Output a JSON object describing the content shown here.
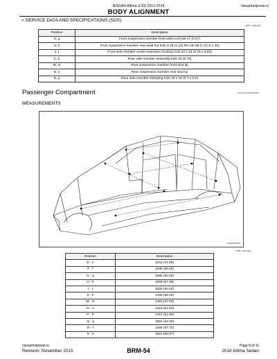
{
  "header": {
    "vehicle": "NISSAN Altima (L33) 2012-2018",
    "site": "nissanhelpnow.ru",
    "title": "BODY ALIGNMENT",
    "section": "< SERVICE DATA AND SPECIFICATIONS (SDS)"
  },
  "table1": {
    "unit": "Unit : mm (in)",
    "col_position": "Position",
    "col_description": "Description",
    "rows": [
      {
        "pos": "G, g",
        "desc": "Front suspension member front weld nut hole 17 (0.67)"
      },
      {
        "pos": "H, h",
        "desc": "Front suspension member rear weld hut hole ö 28 (1.10) RH 28×33 (1.10 X 1.30)"
      },
      {
        "pos": "J, j",
        "desc": "Front side member center extension locating hole 20 x 16 (0.79 x 0.63)"
      },
      {
        "pos": "K, k",
        "desc": "Rear side member assembly hole 18 (0.79)"
      },
      {
        "pos": "M, m",
        "desc": "Rear suspension member front stud tip"
      },
      {
        "pos": "N, n",
        "desc": "Rear suspension member rear stud tip"
      },
      {
        "pos": "R, p",
        "desc": "Rear side member stamping hole 18 x 18 (0.7 x 0.6)"
      }
    ]
  },
  "passenger": {
    "title": "Passenger  Compartment",
    "ref": "INFOID:0000000005895"
  },
  "measurements": {
    "title": "MEASUREMENTS",
    "figure_id": "AWKIA0083ZZ"
  },
  "table2": {
    "unit": "Unit : mm (in)",
    "col_position": "Position",
    "col_description": "Description",
    "rows": [
      {
        "pos": "E - e",
        "desc": "1218 (47.95)"
      },
      {
        "pos": "F - f",
        "desc": "1436 (56.65)"
      },
      {
        "pos": "G - g",
        "desc": "1586 (62.56)"
      },
      {
        "pos": "H - h",
        "desc": "1459 (57.38)"
      },
      {
        "pos": "I - j",
        "desc": "1525 (60.04)"
      },
      {
        "pos": "K - k",
        "desc": "1480 (58.46)"
      },
      {
        "pos": "M - m",
        "desc": "1463 (57.60)"
      },
      {
        "pos": "N - n",
        "desc": "1315 (51.80)"
      },
      {
        "pos": "P - P",
        "desc": "1312 (51.65)"
      },
      {
        "pos": "Q - q",
        "desc": "1582 (62.28)"
      },
      {
        "pos": "R - r",
        "desc": "1466 (57.72)"
      },
      {
        "pos": "S - s",
        "desc": "1524 (60.07)"
      }
    ]
  },
  "footer": {
    "site": "nissanhelpnow.ru",
    "revision": "Revision: November 2015",
    "code": "BRM-54",
    "page": "Page 8 of 11",
    "model": "2016 Altima Sedan"
  }
}
